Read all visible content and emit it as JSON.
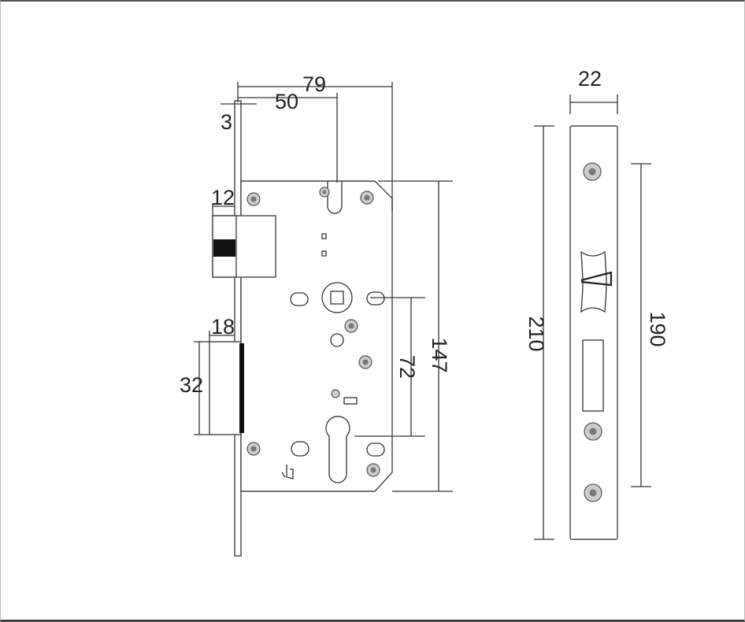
{
  "dimensions": {
    "backset_total": "79",
    "backset": "50",
    "faceplate_thickness": "3",
    "latch_projection": "12",
    "deadbolt_projection": "18",
    "deadbolt_height": "32",
    "center_distance": "72",
    "case_height": "147",
    "strike_width": "22",
    "strike_height": "210",
    "strike_hole_spacing": "190"
  },
  "colors": {
    "line": "#333333",
    "background": "#ffffff"
  }
}
